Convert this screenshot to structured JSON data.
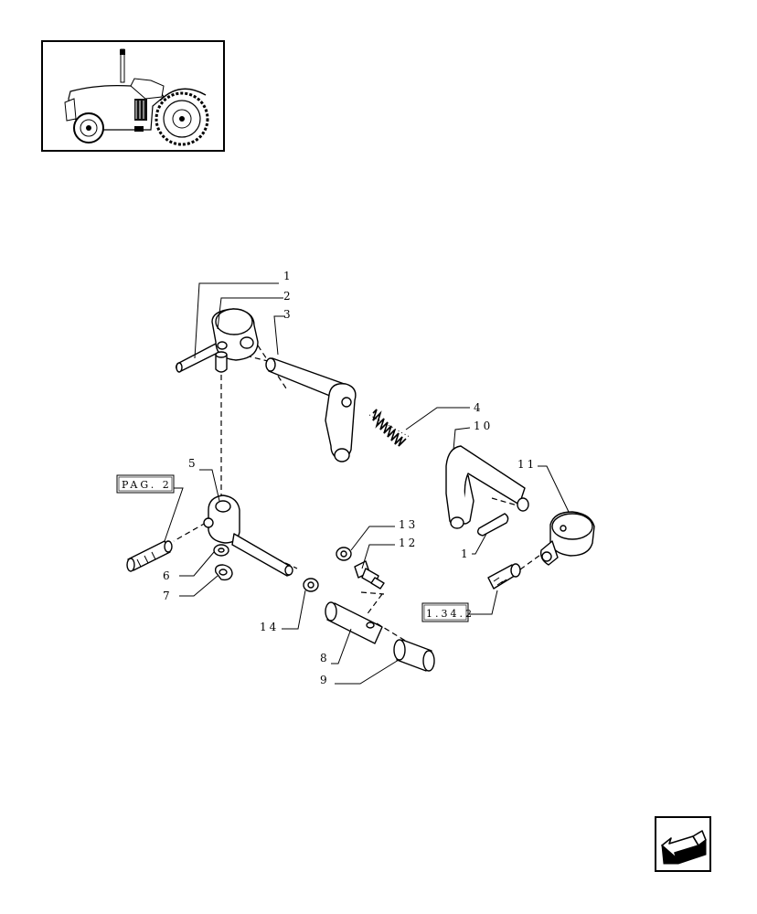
{
  "thumbnail": {
    "icon": "tractor-icon"
  },
  "callouts": {
    "c1_top": "1",
    "c2": "2",
    "c3": "3",
    "c4": "4",
    "c10": "10",
    "c11": "11",
    "c5": "5",
    "c13": "13",
    "c12": "12",
    "c1_right": "1",
    "c6": "6",
    "c7": "7",
    "c14": "14",
    "c8": "8",
    "c9": "9"
  },
  "references": {
    "left": "PAG. 2",
    "right": "1.34.2"
  },
  "nav": {
    "icon": "arrow-back-icon"
  }
}
